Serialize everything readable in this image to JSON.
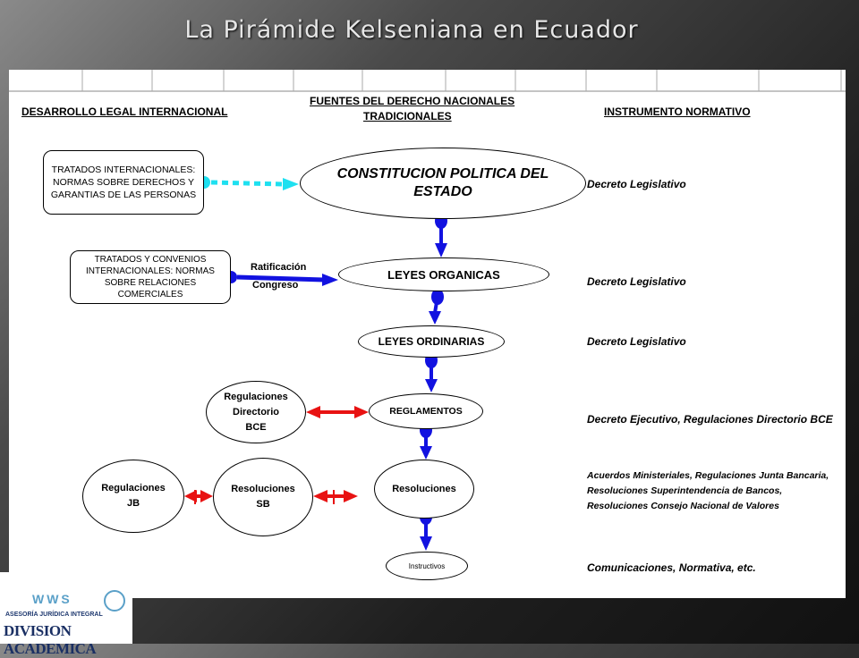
{
  "title": "La Pirámide Kelseniana en Ecuador",
  "headers": {
    "international": "DESARROLLO LEGAL INTERNACIONAL",
    "sources_line1": "FUENTES DEL DERECHO NACIONALES",
    "sources_line2": "TRADICIONALES",
    "instrument": "INSTRUMENTO NORMATIVO"
  },
  "international_boxes": {
    "tratados_1": "TRATADOS INTERNACIONALES: NORMAS SOBRE DERECHOS Y GARANTIAS DE LAS PERSONAS",
    "tratados_2": "TRATADOS Y CONVENIOS INTERNACIONALES: NORMAS SOBRE RELACIONES COMERCIALES"
  },
  "ratification_label_1": "Ratificación",
  "ratification_label_2": "Congreso",
  "hierarchy": {
    "constitucion": "CONSTITUCION POLITICA DEL ESTADO",
    "leyes_organicas": "LEYES ORGANICAS",
    "leyes_ordinarias": "LEYES ORDINARIAS",
    "reglamentos": "REGLAMENTOS",
    "resoluciones": "Resoluciones",
    "instructivos": "Instructivos"
  },
  "side_nodes": {
    "reg_directorio": "Regulaciones Directorio BCE",
    "regulaciones_jb": "Regulaciones JB",
    "resoluciones_sb": "Resoluciones SB"
  },
  "instruments": {
    "i1": "Decreto Legislativo",
    "i2": "Decreto Legislativo",
    "i3": "Decreto Legislativo",
    "i4": "Decreto Ejecutivo, Regulaciones Directorio BCE",
    "i5": "Acuerdos Ministeriales, Regulaciones Junta Bancaria, Resoluciones Superintendencia de Bancos, Resoluciones Consejo Nacional de Valores",
    "i6": "Comunicaciones, Normativa, etc."
  },
  "logo": {
    "brand": "WWS",
    "subtitle": "ASESORÍA JURÍDICA INTEGRAL",
    "name": "DIVISION ACADEMICA"
  },
  "colors": {
    "hierarchy_arrow": "#1212e0",
    "international_arrow": "#1ee0f0",
    "bidirectional_arrow": "#e81212"
  }
}
